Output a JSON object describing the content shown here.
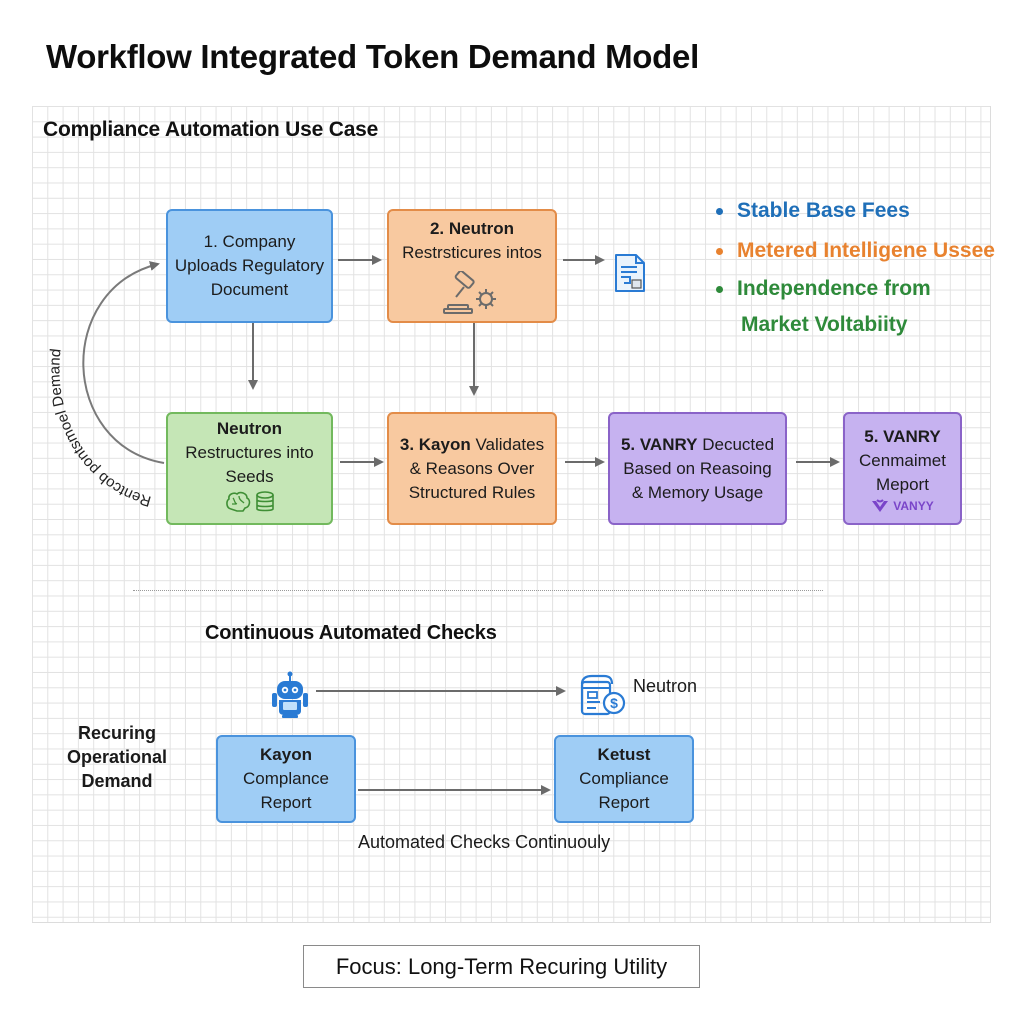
{
  "title": "Workflow Integrated Token Demand Model",
  "top_section": {
    "label": "Compliance Automation Use Case",
    "boxes": {
      "company_upload": {
        "line1": "1. Company",
        "line2": "Uploads Regulatory",
        "line3": "Document",
        "icon": ""
      },
      "neutron_restructure": {
        "heading": "2. Neutron",
        "line1": "Restrsticures intos",
        "icon": "gavel-gear-icon"
      },
      "neutron_seeds": {
        "heading": "Neutron",
        "line1": "Restructures into",
        "line2": "Seeds",
        "icons": [
          "brain-icon",
          "database-icon"
        ]
      },
      "kayon_validates": {
        "heading": "3. Kayon",
        "line1_rest": " Validates",
        "line2": "& Reasons Over",
        "line3": "Structured Rules"
      },
      "vanry_deducted": {
        "heading": "5. VANRY",
        "line1_rest": " Decucted",
        "line2": "Based on Reasoing",
        "line3": "& Memory Usage"
      },
      "vanry_report": {
        "heading": "5. VANRY",
        "line1": "Cenmaimet",
        "line2": "Meport",
        "logo_text": "VANYY"
      }
    },
    "document_icon": "document-icon",
    "loop_label": "Rentcob pontsmoel Demand",
    "bullets": [
      {
        "text": "Stable Base Fees",
        "color": "#1f6fb8"
      },
      {
        "text": "Metered Intelligene Ussee",
        "color": "#e8822f"
      },
      {
        "text": "Independence from",
        "color": "#2e8a3a"
      },
      {
        "text": "Market Voltabiity",
        "color": "#2e8a3a"
      }
    ]
  },
  "bottom_section": {
    "label": "Continuous Automated Checks",
    "robot_icon": "robot-icon",
    "neutron_icon": "server-dollar-icon",
    "neutron_label": "Neutron",
    "side_label": [
      "Recuring",
      "Operational",
      "Demand"
    ],
    "kayon_box": {
      "heading": "Kayon",
      "line1": "Complance",
      "line2": "Report"
    },
    "ketust_box": {
      "heading": "Ketust",
      "line1": "Compliance",
      "line2": "Report"
    },
    "caption": "Automated Checks Continuouly"
  },
  "footer": {
    "focus": "Focus: Long-Term Recuring Utility"
  }
}
